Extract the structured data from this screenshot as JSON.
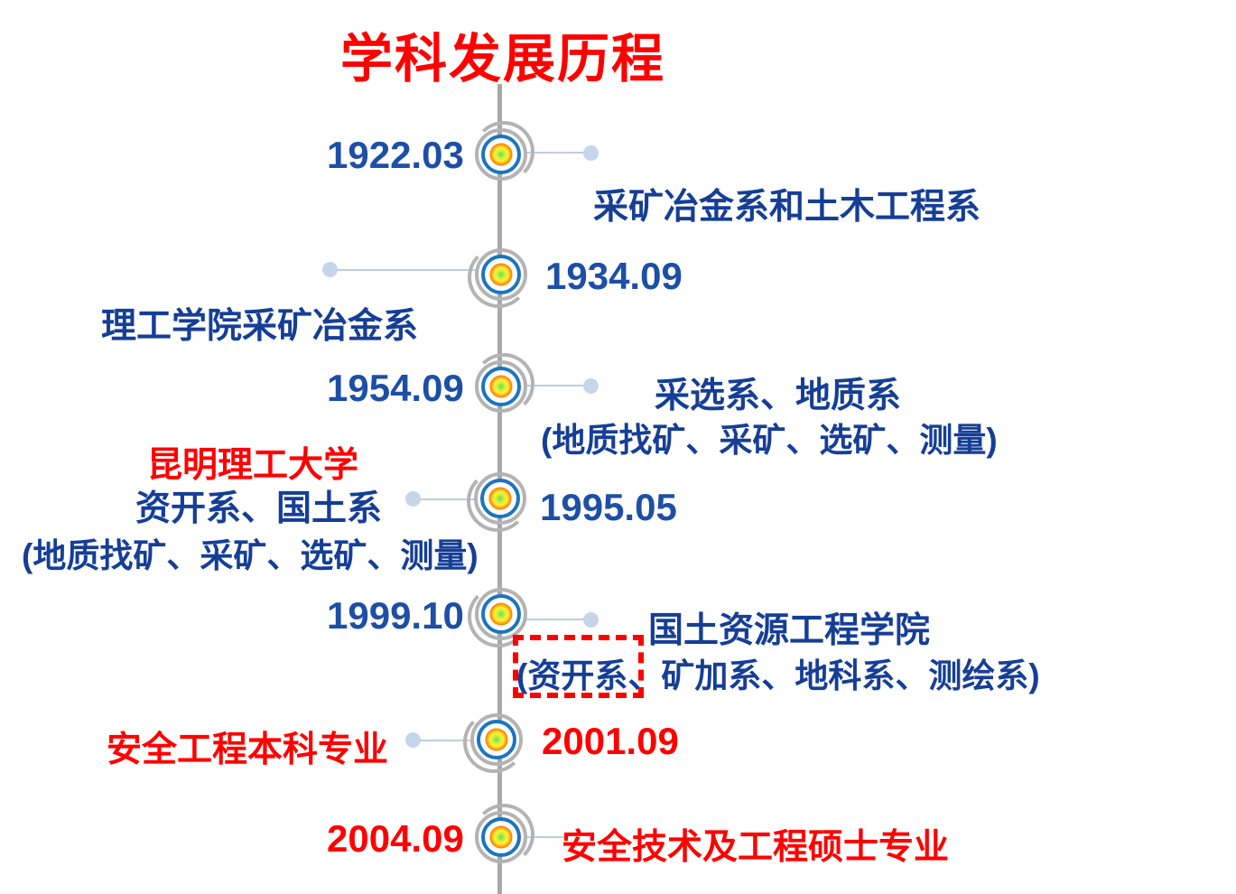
{
  "title": "学科发展历程",
  "colors": {
    "title_red": "#FF0000",
    "date_blue": "#1C4FA5",
    "label_blue": "#153E96",
    "axis_gray": "#A8A8A8",
    "marker_ring_gray": "#B3B3B3",
    "marker_ring_blue": "#1B75C0",
    "marker_core_gradient": [
      "#55E055",
      "#FFF03C",
      "#FF9C00",
      "#E80000"
    ],
    "connector_line": "#C3CBDD",
    "connector_dot": "#C7D5EB",
    "highlight_box_red": "#FF0000"
  },
  "timeline": {
    "entries": [
      {
        "date": "1922.03",
        "side_of_label": "right",
        "label": "采矿冶金系和土木工程系"
      },
      {
        "date": "1934.09",
        "side_of_label": "left",
        "label": "理工学院采矿冶金系"
      },
      {
        "date": "1954.09",
        "side_of_label": "right",
        "label": "采选系、地质系",
        "sublabel": "(地质找矿、采矿、选矿、测量)"
      },
      {
        "date": "1995.05",
        "side_of_label": "left",
        "heading": "昆明理工大学",
        "label": "资开系、国土系",
        "sublabel": "(地质找矿、采矿、选矿、测量)"
      },
      {
        "date": "1999.10",
        "side_of_label": "right",
        "label": "国土资源工程学院",
        "sublabel": "(资开系、矿加系、地科系、测绘系)",
        "highlight_box_around": "(资开系"
      },
      {
        "date": "2001.09",
        "side_of_label": "left",
        "label": "安全工程本科专业"
      },
      {
        "date": "2004.09",
        "side_of_label": "right",
        "label": "安全技术及工程硕士专业"
      }
    ]
  }
}
